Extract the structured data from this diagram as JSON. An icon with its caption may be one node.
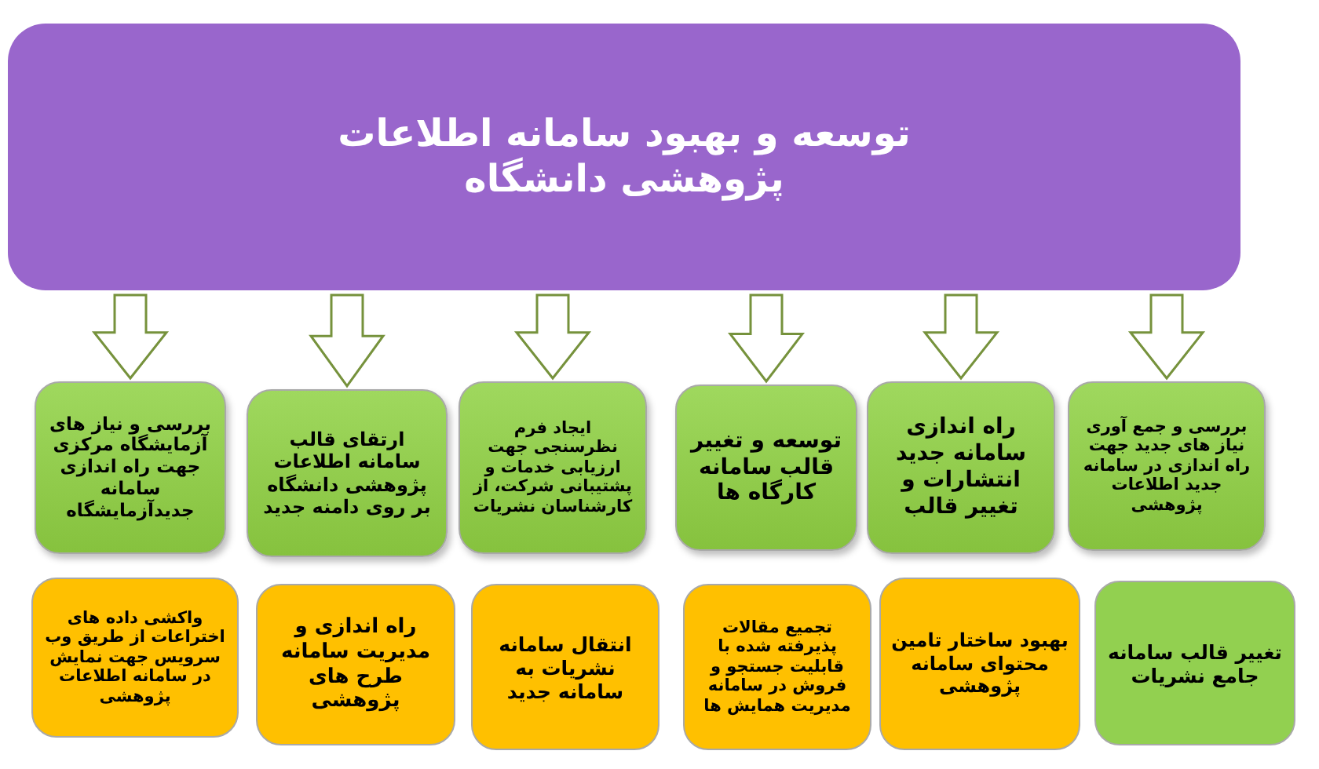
{
  "diagram": {
    "nodes": [
      {
        "text": [
          "توسعه و بهبود سامانه اطلاعات پژوهشی دانشگاه"
        ]
      },
      {
        "text": [
          "بررسی و جمع آوری نیاز های جدید جهت راه اندازی در سامانه جدید اطلاعات پژوهشی"
        ]
      },
      {
        "text": [
          "راه اندازی سامانه جدید انتشارات و تغییر قالب"
        ]
      },
      {
        "text": [
          "توسعه و تغییر قالب سامانه کارگاه ها"
        ]
      },
      {
        "text": [
          "ایجاد فرم نظرسنجی جهت ارزیابی خدمات و پشتیبانی شرکت، از کارشناسان نشریات"
        ]
      },
      {
        "text": [
          "ارتقای قالب سامانه اطلاعات پژوهشی دانشگاه بر روی دامنه جدید"
        ]
      },
      {
        "text": [
          "بررسی و نیاز های آزمایشگاه مرکزی جهت راه اندازی سامانه جدیدآزمایشگاه"
        ]
      },
      {
        "text": [
          "تغییر قالب سامانه جامع نشریات"
        ]
      },
      {
        "text": [
          "بهبود ساختار تامین محتوای سامانه پژوهشی"
        ]
      },
      {
        "text": [
          "تجمیع مقالات پذیرفته شده با قابلیت جستجو و فروش در سامانه مدیریت همایش ها"
        ]
      },
      {
        "text": [
          "انتقال سامانه نشریات به سامانه جدید"
        ]
      },
      {
        "text": [
          "راه اندازی و مدیریت سامانه طرح های پژوهشی"
        ]
      },
      {
        "text": [
          "واکشی داده های اختراعات از طریق وب سرویس جهت نمایش در سامانه اطلاعات پژوهشی"
        ]
      }
    ],
    "edges": [
      {
        "from": 0,
        "to": 1,
        "arrow": "to"
      },
      {
        "from": 0,
        "to": 2,
        "arrow": "to"
      },
      {
        "from": 0,
        "to": 3,
        "arrow": "to"
      },
      {
        "from": 0,
        "to": 4,
        "arrow": "to"
      },
      {
        "from": 0,
        "to": 5,
        "arrow": "to"
      },
      {
        "from": 0,
        "to": 6,
        "arrow": "to"
      }
    ]
  }
}
